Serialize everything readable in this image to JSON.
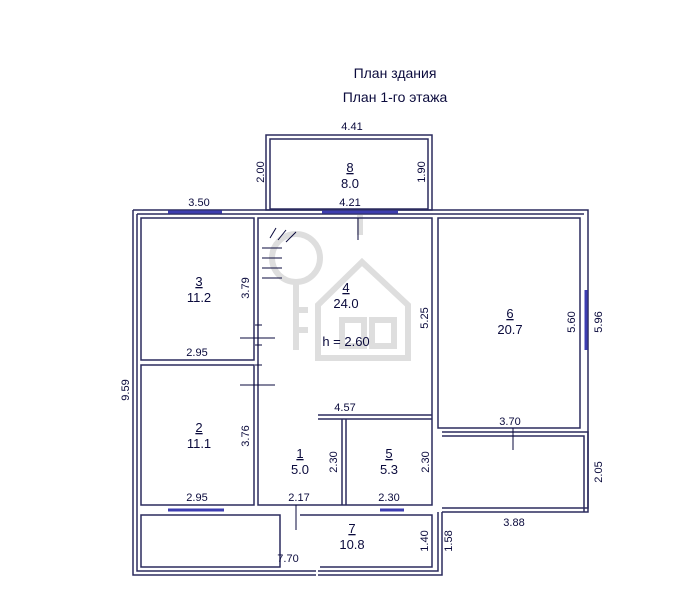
{
  "title": {
    "line1": "План здания",
    "line2": "План 1-го этажа"
  },
  "rooms": [
    {
      "num": "1",
      "area": "5.0"
    },
    {
      "num": "2",
      "area": "11.1"
    },
    {
      "num": "3",
      "area": "11.2"
    },
    {
      "num": "4",
      "area": "24.0"
    },
    {
      "num": "5",
      "area": "5.3"
    },
    {
      "num": "6",
      "area": "20.7"
    },
    {
      "num": "7",
      "area": "10.8"
    },
    {
      "num": "8",
      "area": "8.0"
    }
  ],
  "ceiling_height": "h = 2.60",
  "dimensions": {
    "porch_width": "4.41",
    "porch_left": "2.00",
    "porch_right": "1.90",
    "room3_top": "3.50",
    "room4_top": "4.21",
    "room3_side": "3.79",
    "room3_bottom": "2.95",
    "room4_side": "5.25",
    "overall_left": "9.59",
    "room2_side": "3.76",
    "room2_bottom": "2.95",
    "room6_inner": "5.60",
    "room6_outer": "5.96",
    "room6_bottom": "3.70",
    "room1_top": "4.57",
    "room1_side": "2.30",
    "room5_side": "2.30",
    "room1_bottom": "2.17",
    "room5_bottom": "2.30",
    "annex_side": "2.05",
    "annex_bottom": "3.88",
    "room7_side": "1.40",
    "annex_left": "1.58",
    "room7_bottom": "7.70"
  },
  "colors": {
    "wall": "#2b2b5e",
    "line": "#0a0a3c",
    "window": "#3d3db0",
    "watermark": "#8a8a8a"
  },
  "icons": {
    "watermark": "key-house-logo-icon",
    "stairs": "stairs-icon"
  }
}
